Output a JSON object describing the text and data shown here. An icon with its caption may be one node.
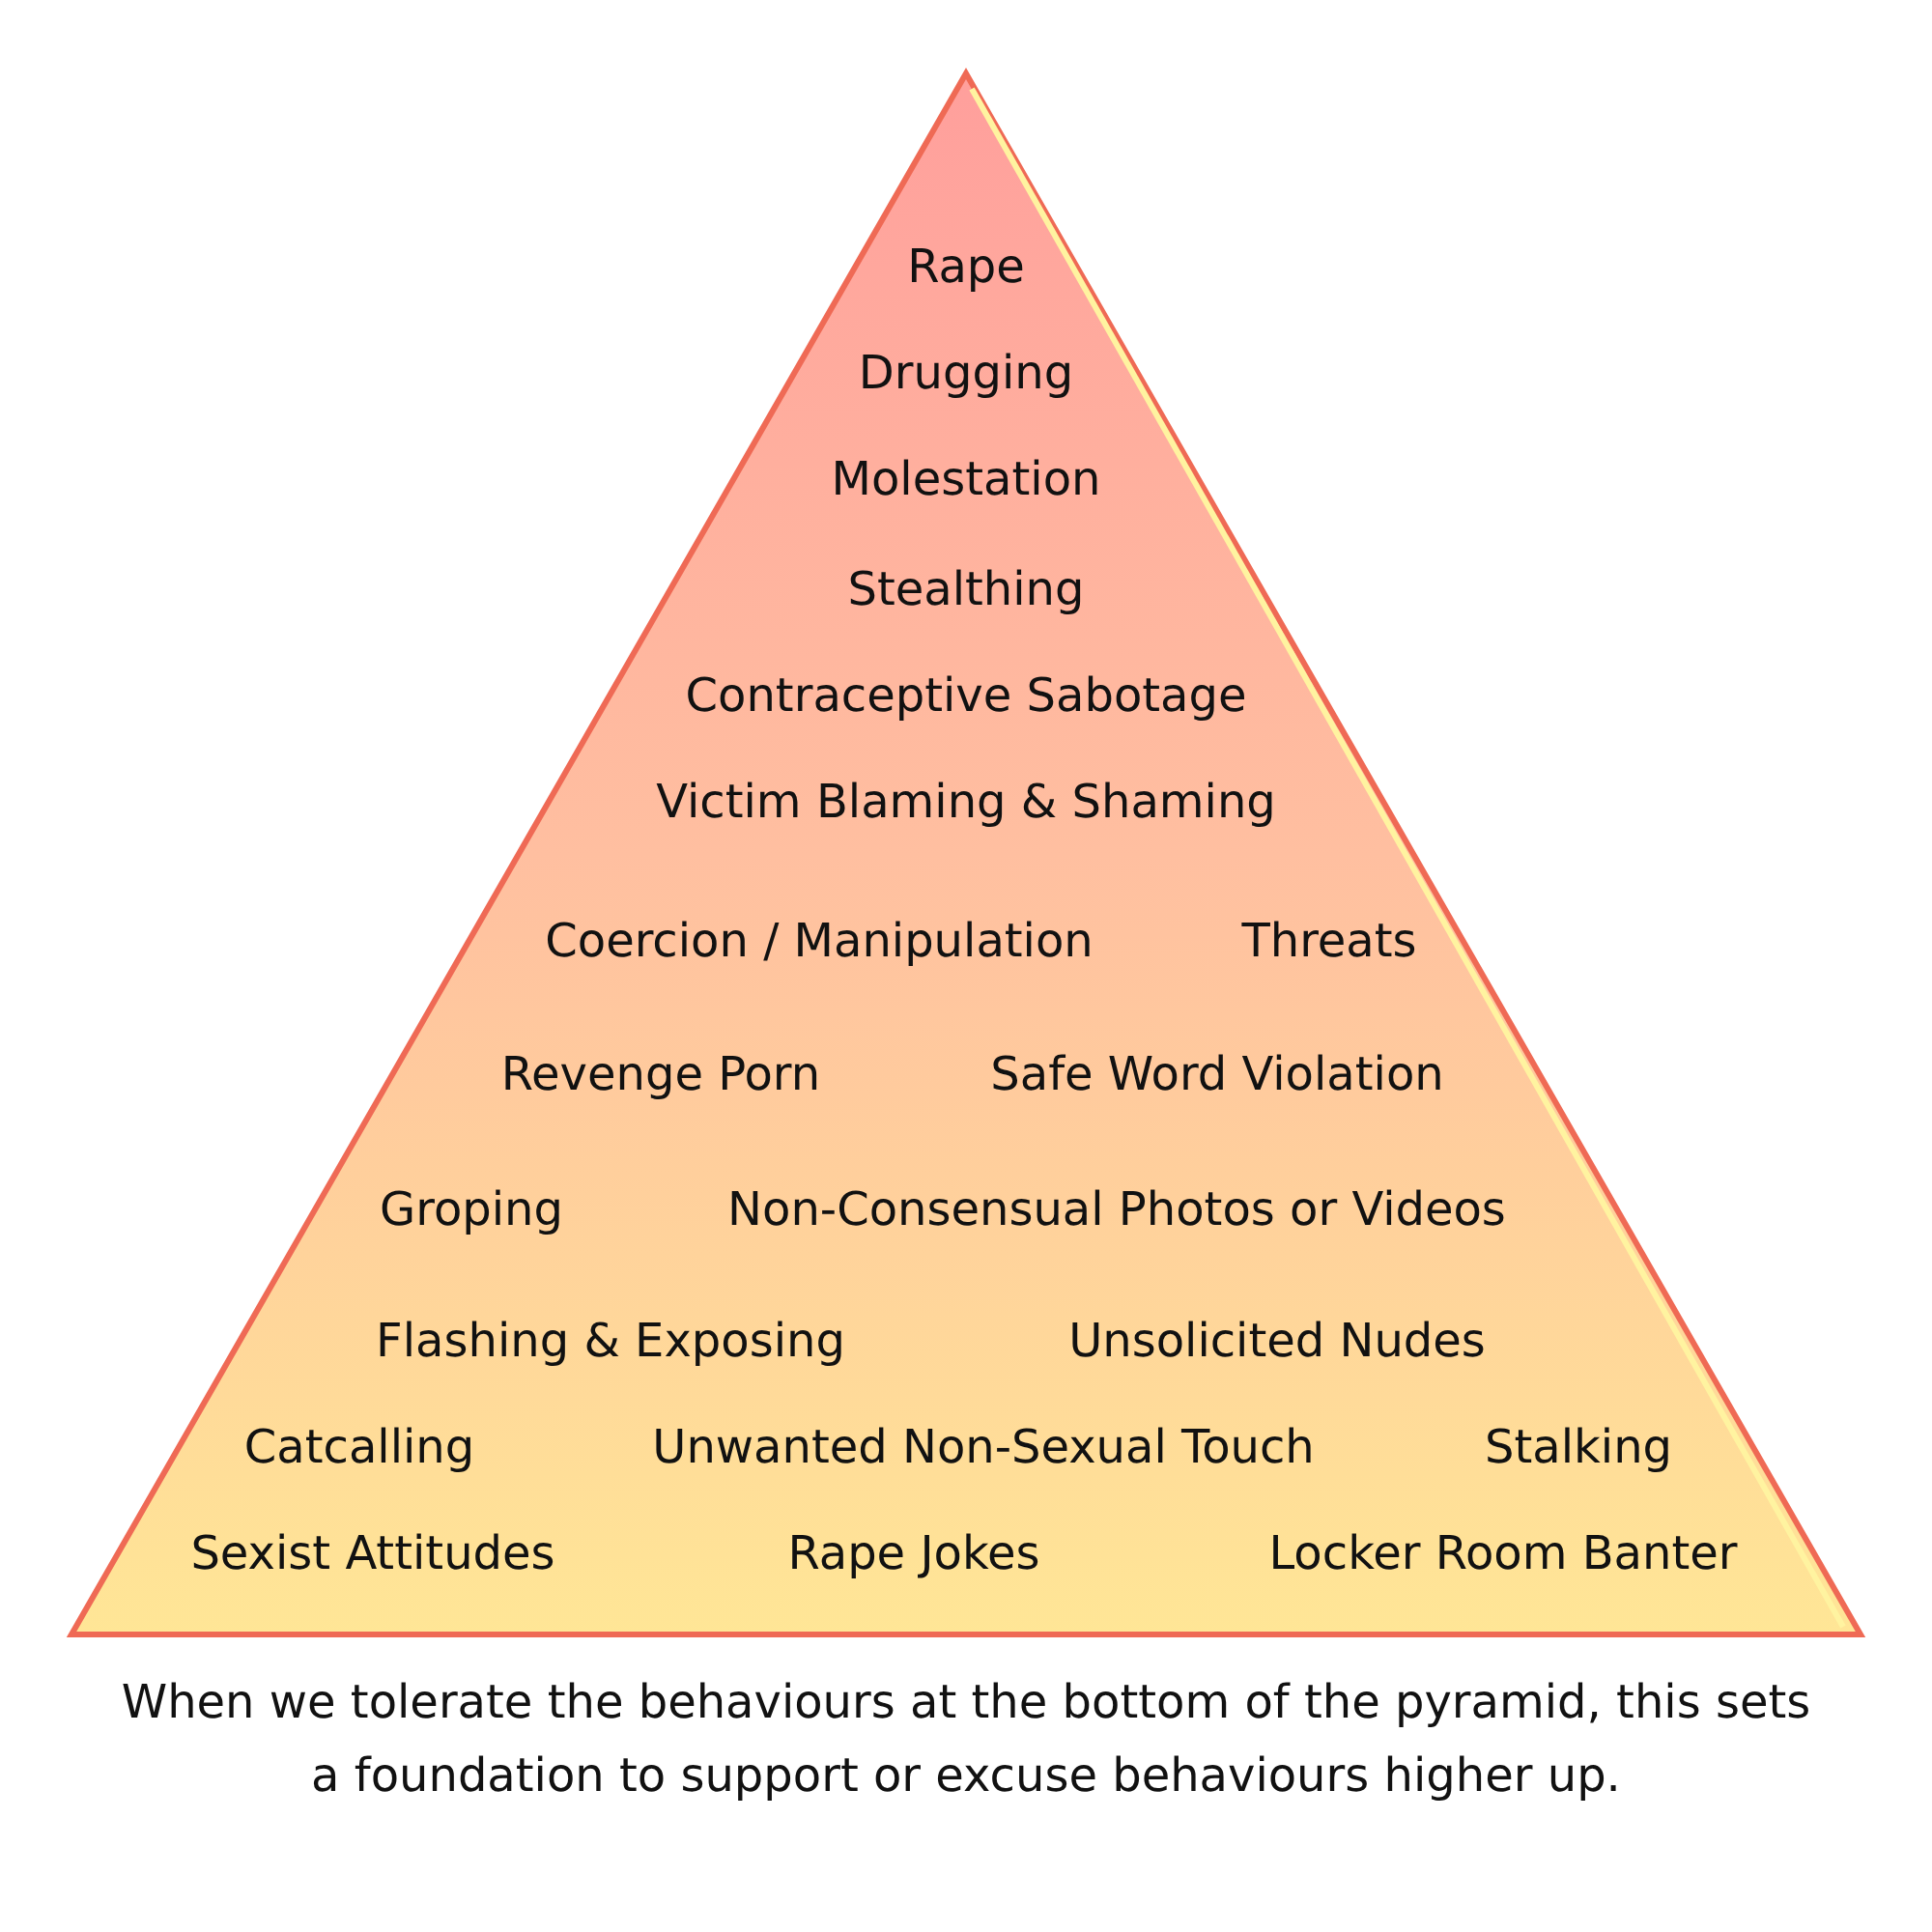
{
  "diagram": {
    "caption": "When we tolerate the behaviours at the bottom of the pyramid, this sets a foundation to support or excuse behaviours higher up.",
    "nodes": [
      {
        "text": [
          "Rape",
          "Drugging",
          "Molestation",
          "Stealthing",
          "Contraceptive Sabotage",
          "Victim Blaming & Shaming",
          "Coercion / Manipulation",
          "Threats",
          "Revenge Porn",
          "Safe Word Violation",
          "Groping",
          "Non-Consensual Photos or Videos",
          "Flashing & Exposing",
          "Unsolicited Nudes",
          "Catcalling",
          "Unwanted Non-Sexual Touch",
          "Stalking",
          "Sexist Attitudes",
          "Rape Jokes",
          "Locker Room Banter"
        ]
      }
    ]
  }
}
